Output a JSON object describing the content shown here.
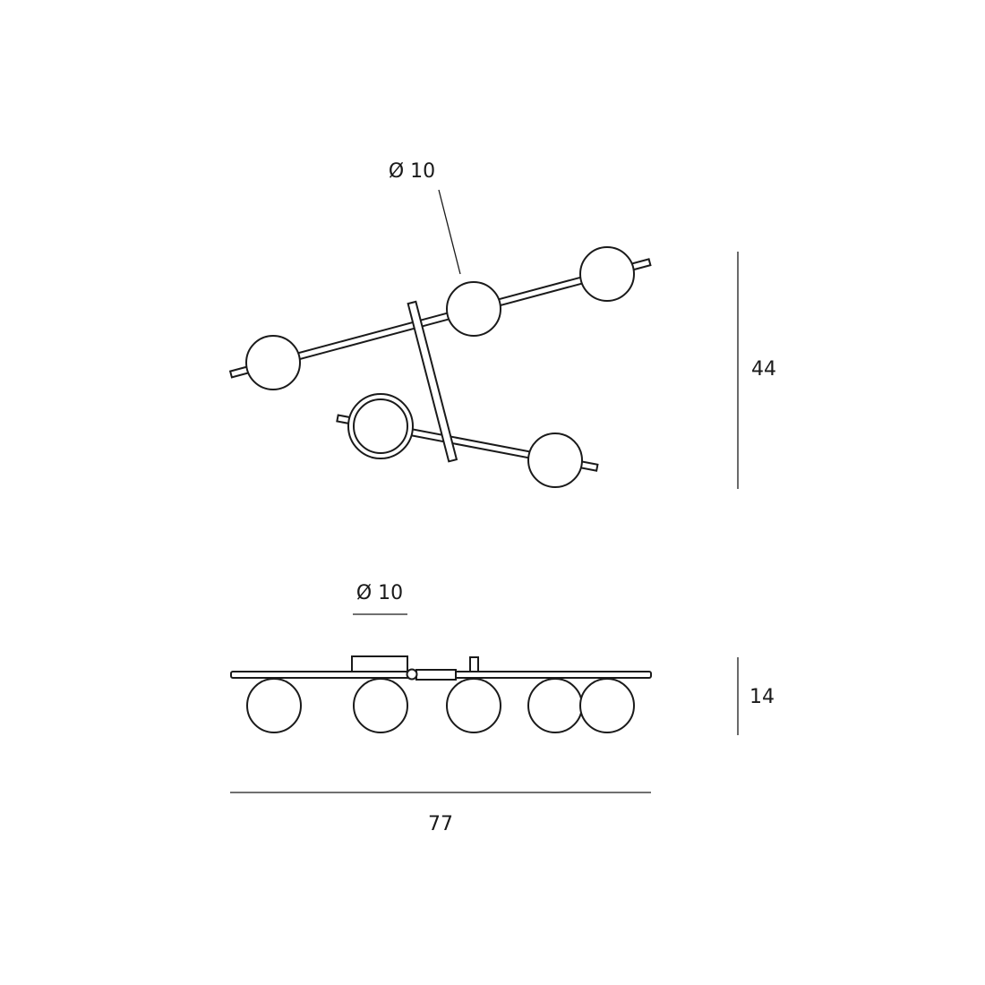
{
  "top_view": {
    "globe_diameter_label": "Ø 10",
    "height_label": "44"
  },
  "side_view": {
    "globe_diameter_label": "Ø 10",
    "height_label": "14",
    "width_label": "77"
  },
  "colors": {
    "line": "#1a1a1a",
    "background": "#ffffff"
  }
}
